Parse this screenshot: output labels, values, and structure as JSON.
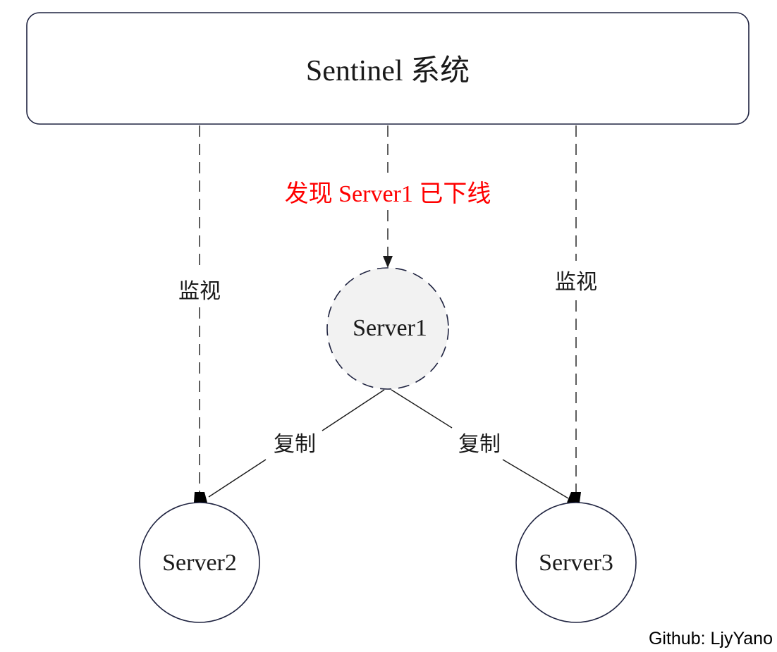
{
  "sentinel": {
    "title": "Sentinel 系统"
  },
  "alert": {
    "text": "发现 Server1 已下线"
  },
  "servers": {
    "server1": {
      "label": "Server1",
      "status": "offline"
    },
    "server2": {
      "label": "Server2"
    },
    "server3": {
      "label": "Server3"
    }
  },
  "edges": {
    "monitor_left": {
      "label": "监视"
    },
    "monitor_right": {
      "label": "监视"
    },
    "replicate_left": {
      "label": "复制"
    },
    "replicate_right": {
      "label": "复制"
    }
  },
  "footer": {
    "credit": "Github: LjyYano"
  },
  "colors": {
    "stroke": "#1f2340",
    "alert": "#ff0000",
    "offline_fill": "#f2f2f2"
  }
}
